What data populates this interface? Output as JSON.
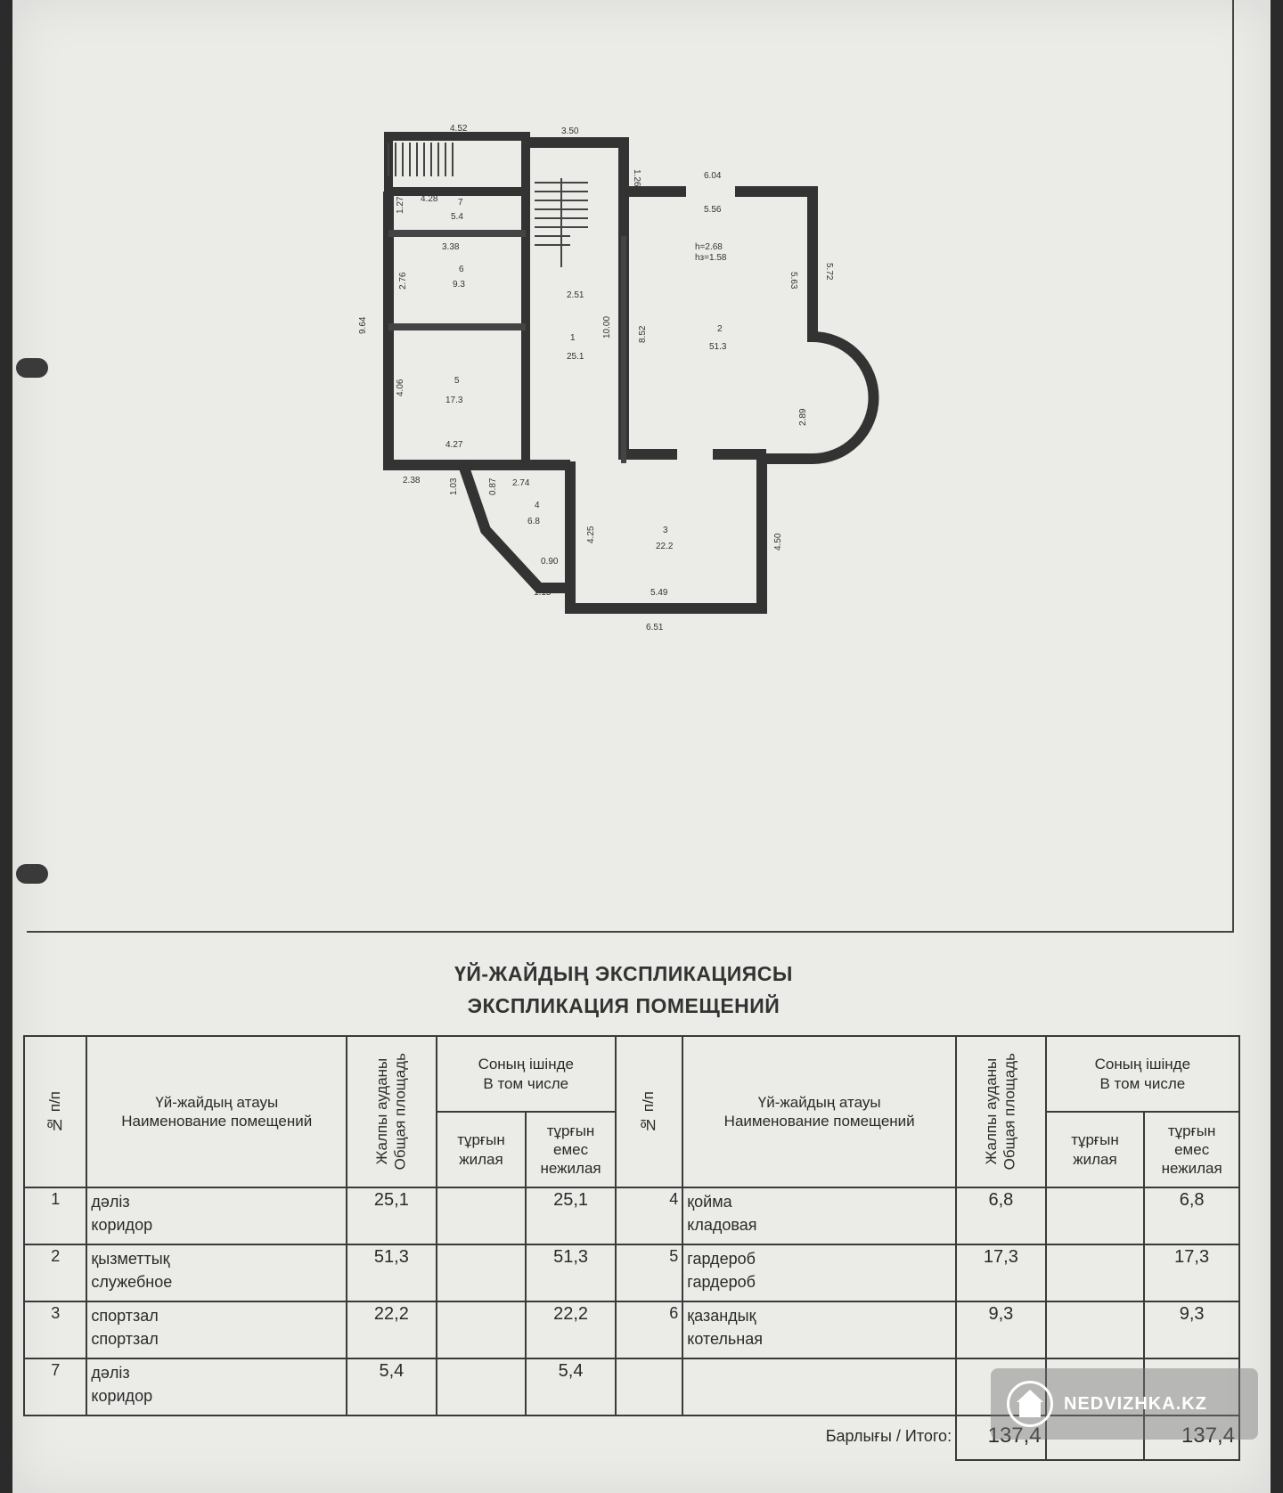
{
  "plan": {
    "dimensions": [
      "4.52",
      "3.50",
      "1.26",
      "6.04",
      "5.56",
      "5.72",
      "5.63",
      "4.28",
      "1.27",
      "3.38",
      "2.76",
      "9.64",
      "2.51",
      "10.00",
      "8.52",
      "2.89",
      "4.06",
      "4.27",
      "2.38",
      "1.03",
      "0.87",
      "2.74",
      "4.25",
      "4.50",
      "0.90",
      "1.15",
      "5.49",
      "6.51"
    ],
    "heights": [
      "h=2.68",
      "hз=1.58"
    ],
    "rooms": [
      {
        "no": "1",
        "area": "25.1"
      },
      {
        "no": "2",
        "area": "51.3"
      },
      {
        "no": "3",
        "area": "22.2"
      },
      {
        "no": "4",
        "area": "6.8"
      },
      {
        "no": "5",
        "area": "17.3"
      },
      {
        "no": "6",
        "area": "9.3"
      },
      {
        "no": "7",
        "area": "5.4"
      }
    ]
  },
  "title_kz": "ҮЙ-ЖАЙДЫҢ ЭКСПЛИКАЦИЯСЫ",
  "title_ru": "ЭКСПЛИКАЦИЯ ПОМЕЩЕНИЙ",
  "table": {
    "h_no": "№ п/п",
    "h_name_kz": "Үй-жайдың атауы",
    "h_name_ru": "Наименование помещений",
    "h_total_kz": "Жалпы ауданы",
    "h_total_ru": "Общая площадь",
    "h_incl_kz": "Соның ішінде",
    "h_incl_ru": "В том числе",
    "h_res_kz": "тұрғын",
    "h_res_ru": "жилая",
    "h_nonres_kz": "тұрғын емес",
    "h_nonres_ru": "нежилая",
    "rows": [
      {
        "no": "1",
        "kz": "дәліз",
        "ru": "коридор",
        "total": "25,1",
        "res": "",
        "nonres": "25,1",
        "no2": "4",
        "kz2": "қойма",
        "ru2": "кладовая",
        "total2": "6,8",
        "res2": "",
        "nonres2": "6,8"
      },
      {
        "no": "2",
        "kz": "қызметтық",
        "ru": "служебное",
        "total": "51,3",
        "res": "",
        "nonres": "51,3",
        "no2": "5",
        "kz2": "гардероб",
        "ru2": "гардероб",
        "total2": "17,3",
        "res2": "",
        "nonres2": "17,3"
      },
      {
        "no": "3",
        "kz": "спортзал",
        "ru": "спортзал",
        "total": "22,2",
        "res": "",
        "nonres": "22,2",
        "no2": "6",
        "kz2": "қазандық",
        "ru2": "котельная",
        "total2": "9,3",
        "res2": "",
        "nonres2": "9,3"
      },
      {
        "no": "7",
        "kz": "дәліз",
        "ru": "коридор",
        "total": "5,4",
        "res": "",
        "nonres": "5,4",
        "no2": "",
        "kz2": "",
        "ru2": "",
        "total2": "",
        "res2": "",
        "nonres2": ""
      }
    ],
    "total_label": "Барлығы / Итого:",
    "total_area": "137,4",
    "total_nonres": "137,4"
  },
  "watermark": {
    "icon": "house-icon",
    "text": "NEDVIZHKA.KZ"
  }
}
